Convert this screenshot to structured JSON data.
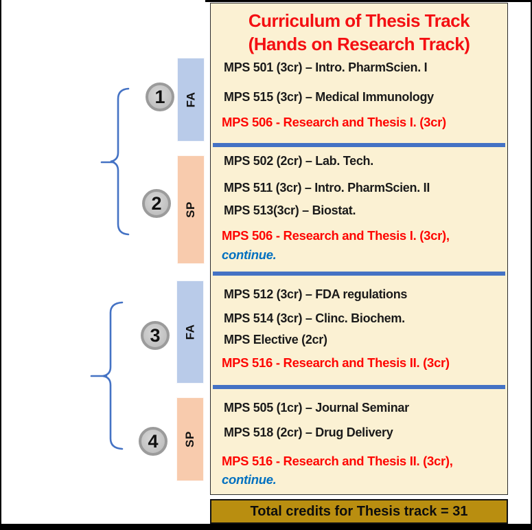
{
  "title": {
    "line1": "Curriculum of Thesis Track",
    "line2": "(Hands on Research Track)"
  },
  "semesters": [
    {
      "number": "1",
      "term": "FA"
    },
    {
      "number": "2",
      "term": "SP"
    },
    {
      "number": "3",
      "term": "FA"
    },
    {
      "number": "4",
      "term": "SP"
    }
  ],
  "sections": [
    {
      "lines": [
        {
          "text": "MPS 501 (3cr) – Intro. PharmScien. I",
          "style": "black"
        },
        {
          "text": "MPS 515 (3cr) – Medical Immunology",
          "style": "black"
        },
        {
          "text": "MPS 506 - Research and Thesis I. (3cr)",
          "style": "red"
        }
      ]
    },
    {
      "lines": [
        {
          "text": "MPS 502 (2cr) – Lab. Tech.",
          "style": "black"
        },
        {
          "text": "MPS 511 (3cr) – Intro. PharmScien. II",
          "style": "black"
        },
        {
          "text": "MPS 513(3cr) – Biostat.",
          "style": "black"
        },
        {
          "text": "MPS 506 - Research and Thesis I. (3cr),",
          "style": "red"
        },
        {
          "text": "continue.",
          "style": "blue-italic"
        }
      ]
    },
    {
      "lines": [
        {
          "text": "MPS 512 (3cr) – FDA regulations",
          "style": "black"
        },
        {
          "text": "MPS 514 (3cr) – Clinc. Biochem.",
          "style": "black"
        },
        {
          "text": "MPS Elective (2cr)",
          "style": "black"
        },
        {
          "text": "MPS 516 - Research and Thesis II. (3cr)",
          "style": "red"
        }
      ]
    },
    {
      "lines": [
        {
          "text": "MPS 505 (1cr) – Journal Seminar",
          "style": "black"
        },
        {
          "text": "MPS 518 (2cr) – Drug Delivery",
          "style": "black"
        },
        {
          "text": "MPS 516 - Research and Thesis II. (3cr),",
          "style": "red"
        },
        {
          "text": "continue.",
          "style": "blue-italic"
        }
      ]
    }
  ],
  "footer": {
    "text": "Total credits for Thesis track = 31"
  },
  "colors": {
    "panel_background": "#FBF1D3",
    "title_red": "#F40F12",
    "course_red": "#FE0602",
    "continue_blue": "#0070C0",
    "divider_blue": "#4472C4",
    "brace_blue": "#4472C4",
    "fa_bar": "#B9CBE9",
    "sp_bar": "#F8CBAD",
    "circle_fill": "#C4C4C4",
    "circle_ring": "#9B9B9B",
    "footer_gold": "#B98E10"
  }
}
